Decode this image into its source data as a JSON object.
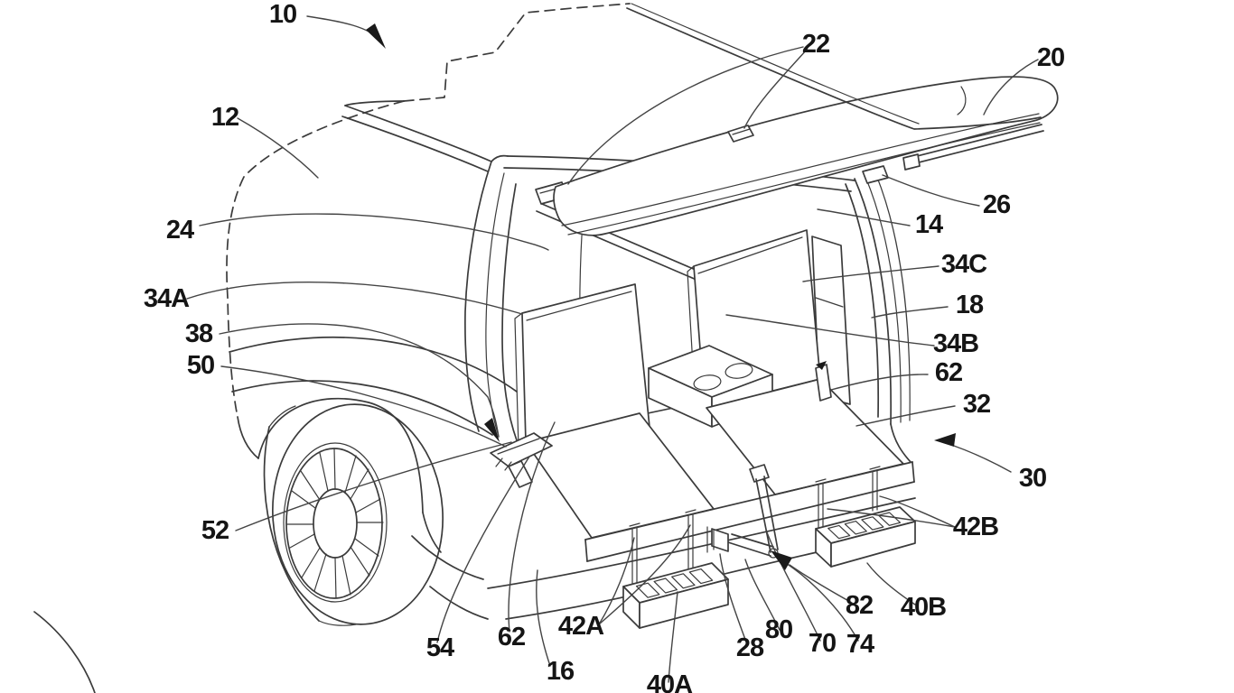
{
  "figure": {
    "kind": "patent line drawing",
    "subject": "vehicle rear with deployable tailgate seating, hanging steps and raised roof panel",
    "background": "#ffffff",
    "line_color": "#3b3b3b",
    "label_color": "#151515"
  },
  "labels": {
    "l10": "10",
    "l12": "12",
    "l22": "22",
    "l20": "20",
    "l26": "26",
    "l14": "14",
    "l24": "24",
    "l34a": "34A",
    "l38": "38",
    "l50": "50",
    "l34c": "34C",
    "l18": "18",
    "l34b": "34B",
    "l62r": "62",
    "l32": "32",
    "l30": "30",
    "l52": "52",
    "l42b": "42B",
    "l40b": "40B",
    "l82": "82",
    "l54": "54",
    "l62b": "62",
    "l16": "16",
    "l42a": "42A",
    "l40a": "40A",
    "l28": "28",
    "l80": "80",
    "l70": "70",
    "l74": "74"
  }
}
